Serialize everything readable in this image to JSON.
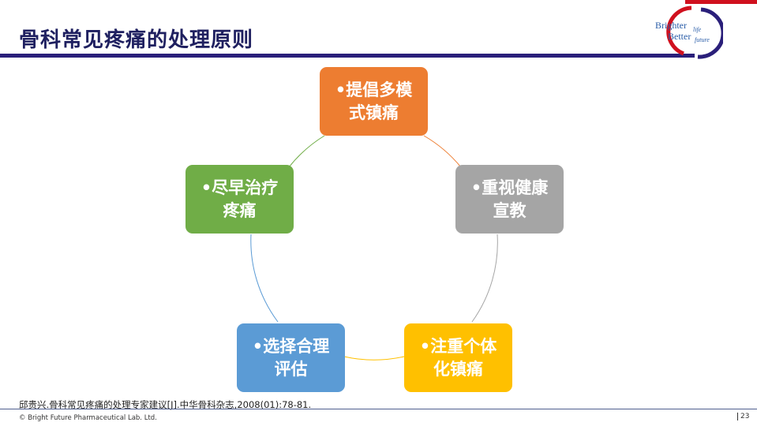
{
  "header": {
    "title": "骨科常见疼痛的处理原则",
    "logo_text": [
      "Brighter life",
      "Better future"
    ]
  },
  "nodes": [
    {
      "label": "•提倡多模式镇痛",
      "color": "#ED7D31"
    },
    {
      "label": "•重视健康宣教",
      "color": "#A5A5A5"
    },
    {
      "label": "•注重个体化镇痛",
      "color": "#FFC000"
    },
    {
      "label": "•选择合理评估",
      "color": "#5B9BD5"
    },
    {
      "label": "•尽早治疗疼痛",
      "color": "#70AD47"
    }
  ],
  "reference": "邱贵兴.骨科常见疼痛的处理专家建议[J].中华骨科杂志,2008(01):78-81.",
  "footer": {
    "copyright": "© Bright Future Pharmaceutical Lab. Ltd.",
    "page": "23"
  }
}
